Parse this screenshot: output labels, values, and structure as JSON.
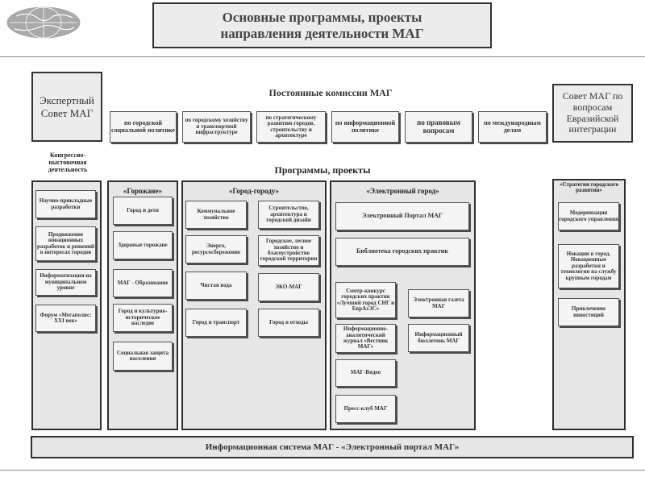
{
  "header": {
    "title_line1": "Основные программы, проекты",
    "title_line2": "направления деятельности МАГ",
    "logo_icon": "globe-logo-icon"
  },
  "expert_council": "Экспертный Совет МАГ",
  "eurasian_council": "Совет МАГ по вопросам Евразийской интеграции",
  "commissions": {
    "title": "Постоянные комиссии МАГ",
    "items": [
      "по городской социальной политике",
      "по городскому хозяйству и транспортной инфраструктуре",
      "по стратегическому развитию городов, строительству и архитектуре",
      "по информационной политике",
      "по правовым вопросам",
      "по международным делам"
    ]
  },
  "congress": {
    "title": "Конгрессно-выстовочная деятельность",
    "items": [
      "Научно-прикладные разработки",
      "Продвижение новационных разработок и решений в интересах городов",
      "Информатизация на муниципальном уровне",
      "Форум «Мегаполис: XXI век»"
    ]
  },
  "programs_title": "Программы, проекты",
  "citizens": {
    "title": "«Горожане»",
    "items": [
      "Город и дети",
      "Здоровые горожане",
      "МАГ - Образование",
      "Город и культурно-историческое наследие",
      "Социальная защита населения"
    ]
  },
  "city_to_city": {
    "title": "«Город-городу»",
    "left": [
      "Коммунальное хозяйство",
      "Энерго, ресурсосбережение",
      "Чистая вода",
      "Город и транспорт"
    ],
    "right": [
      "Строительство, архитектура и городской дизайн",
      "Городское, лесное хозяйство и благоустройство городской территории",
      "ЭКО-МАГ",
      "Город и отходы"
    ]
  },
  "e_city": {
    "title": "«Электронный город»",
    "portal": "Электронный Портал МАГ",
    "library": "Библиотека городских практик",
    "left": [
      "Смотр-конкурс городских практик «Лучший город СНГ и ЕврАзЭС»",
      "Информационно-аналитический журнал «Вестник МАГ»",
      "МАГ-Видео",
      "Пресс-клуб МАГ"
    ],
    "right": [
      "Электронная газета МАГ",
      "Информационный бюллетень МАГ"
    ]
  },
  "strategy": {
    "title": "«Стратегии городского развития»",
    "items": [
      "Модернизация городского управления",
      "Новации в город. Новационные разработки и технологии на службу крупным городам",
      "Привлечение инвестиций"
    ]
  },
  "footer_bar": "Информационная система МАГ - «Электронный портал МАГ»"
}
